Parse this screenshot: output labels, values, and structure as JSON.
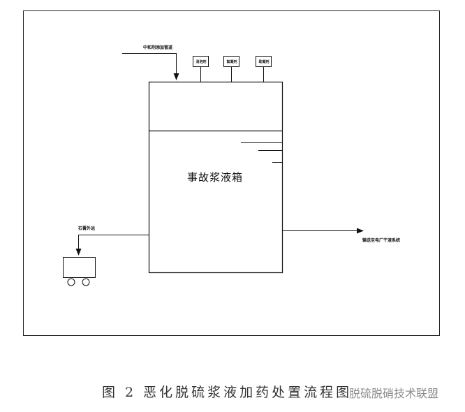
{
  "diagram": {
    "tank_label": "事故浆液箱",
    "inlet_label": "中和剂添加管道",
    "dosing_boxes": [
      "消泡剂",
      "絮凝剂",
      "助凝剂"
    ],
    "left_outlet_label": "石膏外运",
    "right_outlet_label": "输送至电厂干渣系统"
  },
  "caption": "图 2 恶化脱硫浆液加药处置流程图",
  "watermark": "脱硫脱硝技术联盟"
}
